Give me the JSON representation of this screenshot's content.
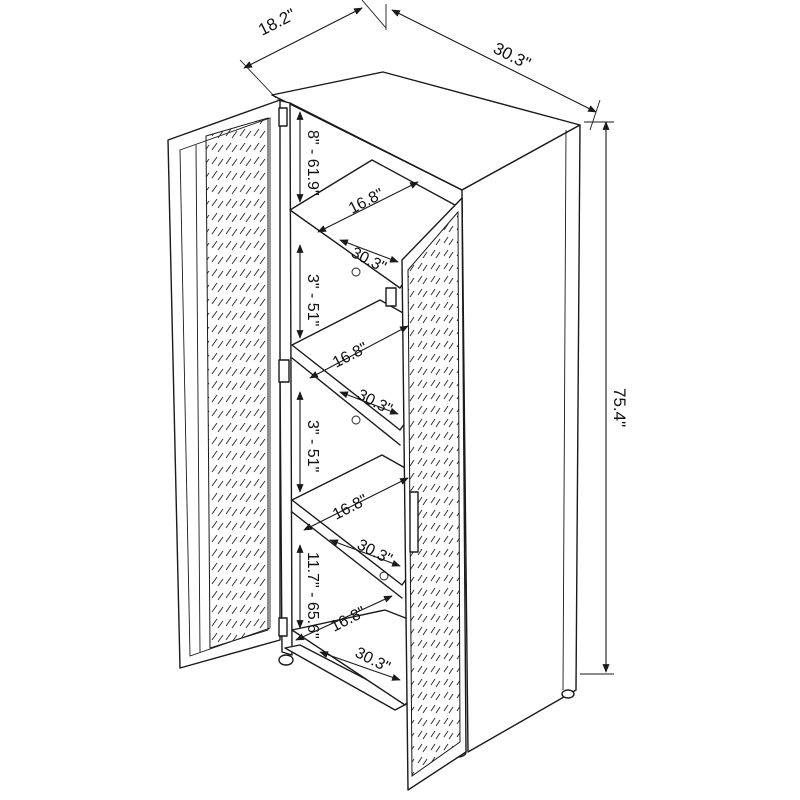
{
  "overall": {
    "depth": "18.2\"",
    "width": "30.3\"",
    "height": "75.4\""
  },
  "shelves": [
    {
      "clearance": "8\" - 61.9\"",
      "depth": "16.8\"",
      "width": "30.3\""
    },
    {
      "clearance": "3\" - 51\"",
      "depth": "16.8\"",
      "width": "30.3\""
    },
    {
      "clearance": "3\" - 51\"",
      "depth": "16.8\"",
      "width": "30.3\""
    },
    {
      "clearance": "11.7\" - 65.6\"",
      "depth": "16.8\"",
      "width": "30.3\""
    }
  ],
  "colors": {
    "line": "#1a1a1a",
    "background": "#ffffff"
  }
}
